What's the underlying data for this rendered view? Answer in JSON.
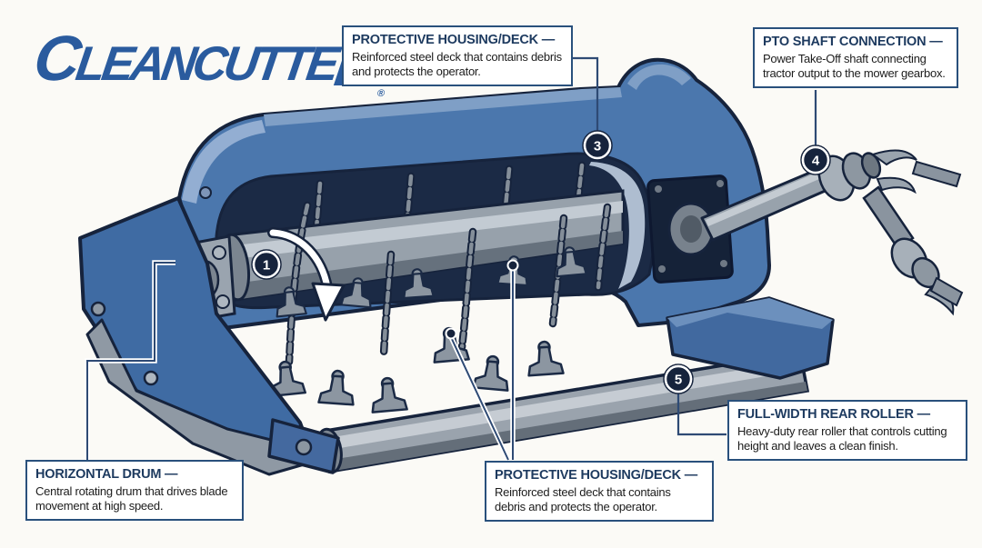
{
  "page": {
    "background": "#fbfaf6"
  },
  "brand": {
    "logo_first": "C",
    "logo_mid": "LEANCUTTE",
    "logo_last": "R",
    "registered": "®",
    "color": "#2a5b9e"
  },
  "diagram": {
    "subject": "flail mower cutaway illustration"
  },
  "colors": {
    "housing_blue": "#4b77ad",
    "housing_blue_dark": "#3f6ba3",
    "housing_blue_light": "#7f9fc6",
    "outline_navy": "#16233c",
    "cavity_navy": "#1b2a45",
    "steel_gray": "#9aa3ad",
    "steel_gray_dark": "#646e79",
    "steel_gray_light": "#c6ccd3",
    "callout_border": "#29507c",
    "callout_title": "#1d3a5f",
    "leader_line": "#2e4a74",
    "badge_fill": "#16233c"
  },
  "markers": {
    "drum": "1",
    "housing_top": "3",
    "pto": "4",
    "roller": "5"
  },
  "callouts": {
    "housing_top": {
      "title": "PROTECTIVE HOUSING/DECK —",
      "body": "Reinforced steel deck that contains debris and protects the operator."
    },
    "pto": {
      "title": "PTO SHAFT CONNECTION —",
      "body": "Power Take-Off shaft connecting tractor output to the mower gearbox."
    },
    "drum": {
      "title": "HORIZONTAL DRUM —",
      "body": "Central rotating drum that drives blade movement at high speed."
    },
    "housing_bottom": {
      "title": "PROTECTIVE HOUSING/DECK —",
      "body": "Reinforced steel deck that contains debris and protects the operator."
    },
    "roller": {
      "title": "FULL-WIDTH REAR ROLLER —",
      "body": "Heavy-duty rear roller that controls cutting height and leaves a clean finish."
    }
  }
}
